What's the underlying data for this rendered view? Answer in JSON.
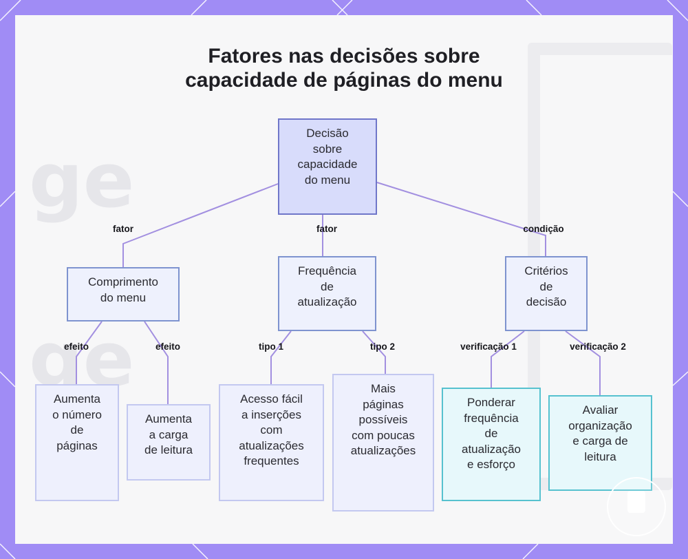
{
  "title_lines": [
    "Fatores nas decisões sobre",
    "capacidade de páginas do menu"
  ],
  "nodes": {
    "root": [
      "Decisão",
      "sobre",
      "capacidade",
      "do menu"
    ],
    "comprimento": [
      "Comprimento",
      "do menu"
    ],
    "frequencia": [
      "Frequência",
      "de",
      "atualização"
    ],
    "criterios": [
      "Critérios",
      "de",
      "decisão"
    ],
    "aumenta_paginas": [
      "Aumenta",
      "o número",
      "de",
      "páginas"
    ],
    "aumenta_carga": [
      "Aumenta",
      "a carga",
      "de leitura"
    ],
    "acesso_facil": [
      "Acesso fácil",
      "a inserções",
      "com",
      "atualizações",
      "frequentes"
    ],
    "mais_paginas": [
      "Mais",
      "páginas",
      "possíveis",
      "com poucas",
      "atualizações"
    ],
    "ponderar": [
      "Ponderar",
      "frequência",
      "de",
      "atualização",
      "e esforço"
    ],
    "avaliar": [
      "Avaliar",
      "organização",
      "e carga de",
      "leitura"
    ]
  },
  "edge_labels": {
    "fator_1": "fator",
    "fator_2": "fator",
    "condicao": "condição",
    "efeito_1": "efeito",
    "efeito_2": "efeito",
    "tipo_1": "tipo 1",
    "tipo_2": "tipo 2",
    "verificacao_1": "verificação 1",
    "verificacao_2": "verificação 2"
  },
  "colors": {
    "frame": "#a08cf5",
    "edge": "#a28fe0",
    "root_fill": "#d8dcfb",
    "check_border": "#56c1cf"
  }
}
